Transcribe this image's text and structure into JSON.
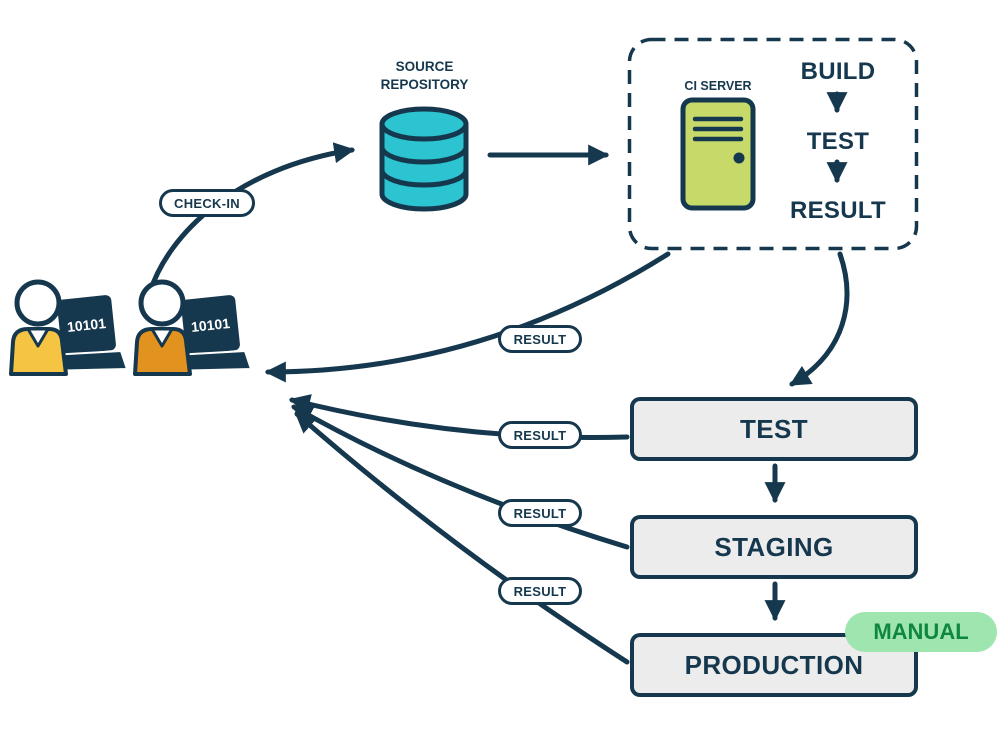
{
  "colors": {
    "ink": "#16384e",
    "cyan": "#2bc4d0",
    "server_green": "#c7da69",
    "stage_bg": "#ececec",
    "manual_bg": "#9fe5af",
    "manual_text": "#0f8742",
    "dev1_shirt": "#f4c442",
    "dev2_shirt": "#e2921e"
  },
  "pipeline": {
    "check_in_label": "CHECK-IN",
    "source_repository_label": "SOURCE REPOSITORY",
    "ci_server_label": "CI SERVER",
    "ci_steps": [
      "BUILD",
      "TEST",
      "RESULT"
    ],
    "stages": [
      "TEST",
      "STAGING",
      "PRODUCTION"
    ],
    "manual_label": "MANUAL",
    "result_labels": [
      "RESULT",
      "RESULT",
      "RESULT",
      "RESULT"
    ],
    "developers": [
      {
        "laptop_text": "10101"
      },
      {
        "laptop_text": "10101"
      }
    ]
  }
}
